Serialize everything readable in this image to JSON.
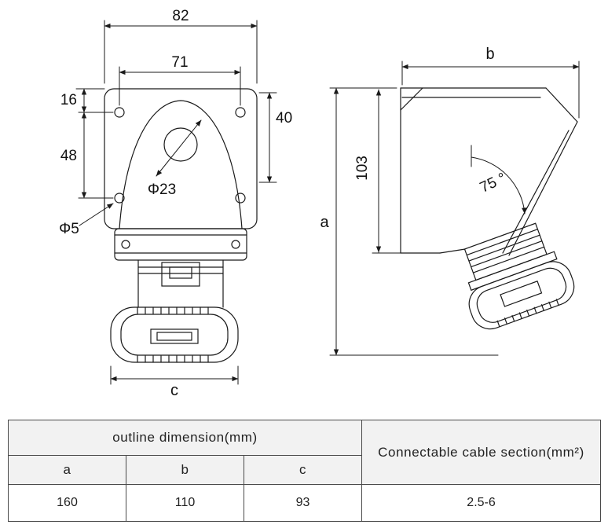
{
  "page": {
    "background": "#ffffff",
    "line_color": "#1a1a1a",
    "table_header_bg": "#f2f2f2"
  },
  "front_view": {
    "dim_outer_width": "82",
    "dim_hole_span": "71",
    "dim_top_to_hole": "16",
    "dim_hole_vertical_spacing": "48",
    "dim_top_to_center": "40",
    "dim_center_hole": "Φ23",
    "dim_mount_hole": "Φ5",
    "dim_ring_width": "c"
  },
  "side_view": {
    "dim_depth": "b",
    "dim_total_height": "a",
    "dim_body_height": "103",
    "dim_face_angle": "75 °"
  },
  "table": {
    "outline_header": "outline dimension(mm)",
    "cable_header": "Connectable cable section(mm²)",
    "columns": [
      "a",
      "b",
      "c"
    ],
    "values": [
      "160",
      "110",
      "93"
    ],
    "cable_value": "2.5-6"
  }
}
